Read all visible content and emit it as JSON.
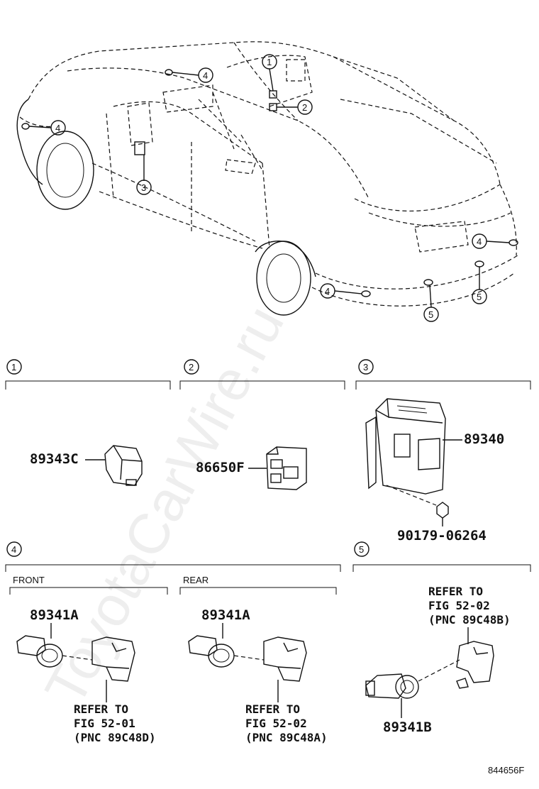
{
  "watermark": "ToyotaCarWire.ru",
  "figure_code": "844656F",
  "callouts": [
    "1",
    "2",
    "3",
    "4",
    "5"
  ],
  "sections": {
    "s1": {
      "num": "1",
      "part": "89343C"
    },
    "s2": {
      "num": "2",
      "part": "86650F"
    },
    "s3": {
      "num": "3",
      "part": "89340",
      "bolt": "90179-06264"
    },
    "s4": {
      "num": "4",
      "front": {
        "label": "FRONT",
        "part": "89341A",
        "ref": [
          "REFER TO",
          "FIG 52-01",
          "(PNC 89C48D)"
        ]
      },
      "rear": {
        "label": "REAR",
        "part": "89341A",
        "ref": [
          "REFER TO",
          "FIG 52-02",
          "(PNC 89C48A)"
        ]
      }
    },
    "s5": {
      "num": "5",
      "part": "89341B",
      "ref": [
        "REFER TO",
        "FIG 52-02",
        "(PNC 89C48B)"
      ]
    }
  }
}
